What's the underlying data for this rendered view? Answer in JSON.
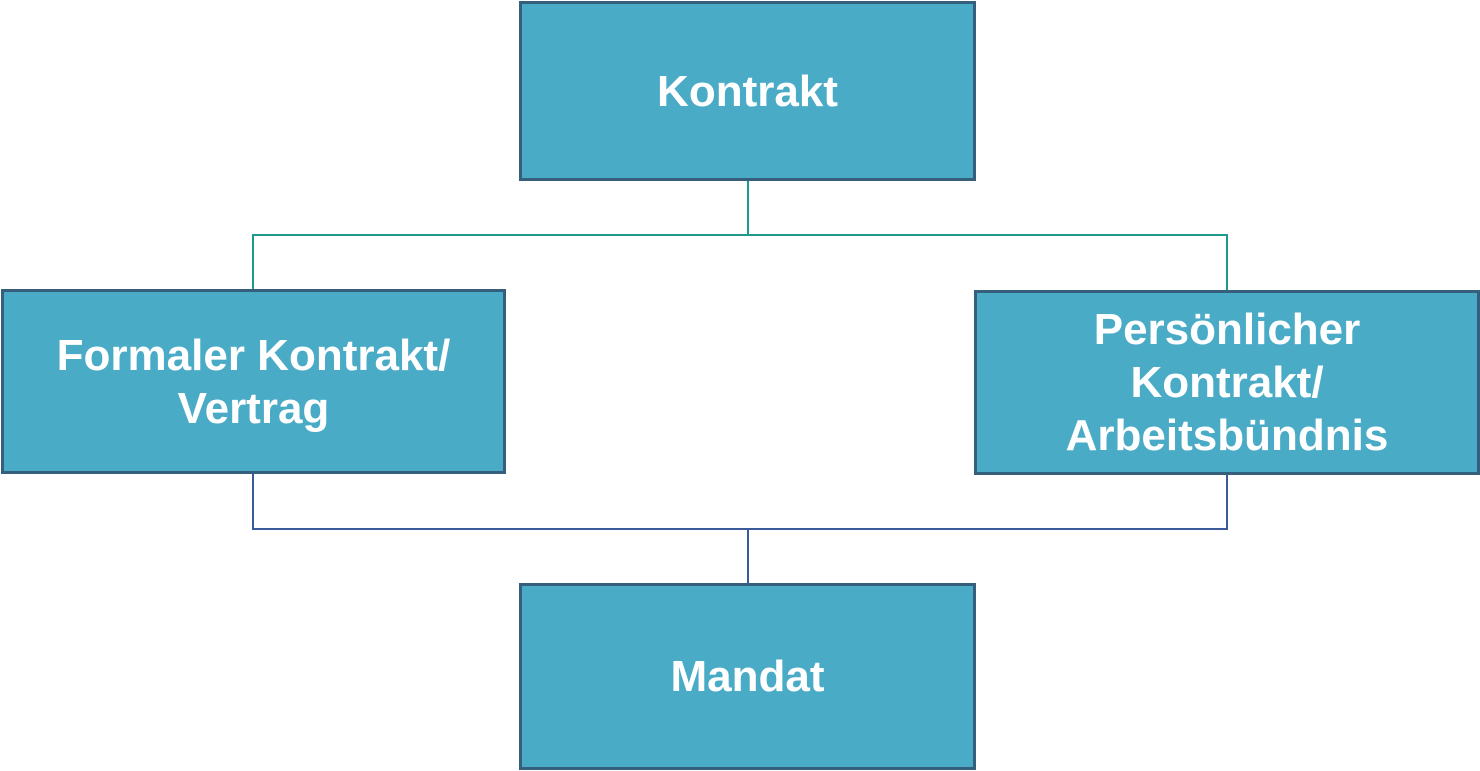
{
  "diagram": {
    "colors": {
      "box_fill": "#4aabc6",
      "box_border": "#355f7d",
      "box_text": "#ffffff",
      "connector_top": "#1d9a8c",
      "connector_bottom": "#3a5a9a"
    },
    "nodes": {
      "kontrakt": {
        "label": "Kontrakt"
      },
      "formal": {
        "label": "Formaler Kontrakt/\nVertrag"
      },
      "personal": {
        "label": "Persönlicher\nKontrakt/\nArbeitsbündnis"
      },
      "mandat": {
        "label": "Mandat"
      }
    },
    "edges": [
      {
        "from": "kontrakt",
        "to": "formal"
      },
      {
        "from": "kontrakt",
        "to": "personal"
      },
      {
        "from": "formal",
        "to": "mandat"
      },
      {
        "from": "personal",
        "to": "mandat"
      }
    ]
  }
}
